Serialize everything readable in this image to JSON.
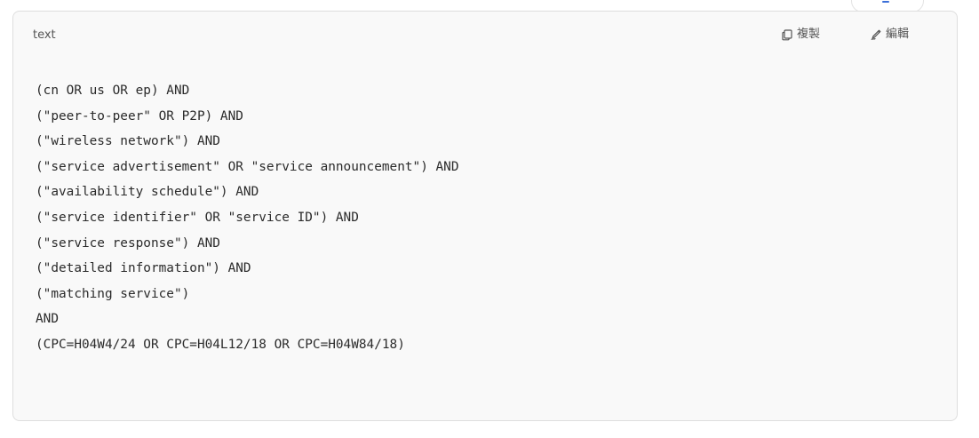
{
  "code_block": {
    "language": "text",
    "copy_label": "複製",
    "edit_label": "編輯",
    "copy_icon": "copy-icon",
    "edit_icon": "pencil-icon",
    "lines": [
      "(cn OR us OR ep) AND",
      "(\"peer-to-peer\" OR P2P) AND",
      "(\"wireless network\") AND",
      "(\"service advertisement\" OR \"service announcement\") AND",
      "(\"availability schedule\") AND",
      "(\"service identifier\" OR \"service ID\") AND",
      "(\"service response\") AND",
      "(\"detailed information\") AND",
      "(\"matching service\")",
      "AND",
      "(CPC=H04W4/24 OR CPC=H04L12/18 OR CPC=H04W84/18)"
    ]
  },
  "colors": {
    "card_background": "#f9f9f9",
    "card_border": "#dedede",
    "text": "#2b2b2b",
    "muted_text": "#555555"
  }
}
